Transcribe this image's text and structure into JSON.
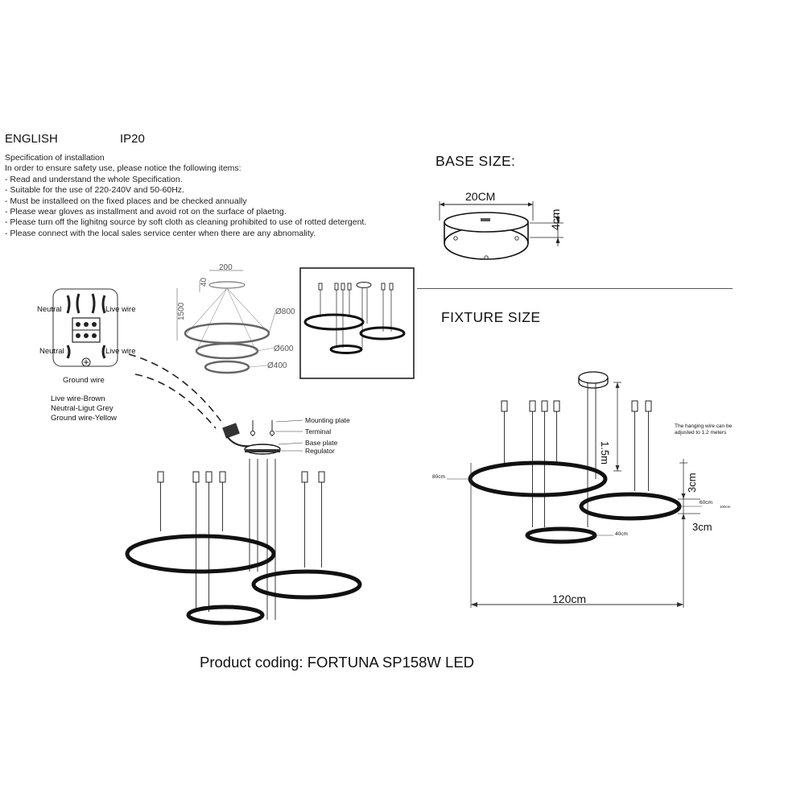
{
  "header": {
    "language": "ENGLISH",
    "ip_rating": "IP20"
  },
  "spec": {
    "title": "Specification of installation",
    "lines": [
      "In order to ensure safety use, please notice the following items:",
      "- Read and understand the whole Specification.",
      "- Suitable for the use of 220-240V and 50-60Hz.",
      "- Must be installeed on the fixed places and be checked annually",
      "- Please wear gloves as installment and avoid rot on the surface of plaetng.",
      "- Please turn off the lighitng source by soft cloth as cleaning prohibited to use of rotted detergent.",
      "- Please connect with the local sales service center when there are any abnomality."
    ]
  },
  "base": {
    "title": "BASE SIZE:",
    "width_label": "20CM",
    "height_label": "4cm"
  },
  "fixture": {
    "title": "FIXTURE SIZE",
    "labels": {
      "ring_large": "80cm",
      "ring_small": "40cm",
      "ring_medium": "60cm",
      "ring_medium_tiny": "100cm",
      "wire_length": "1.5m",
      "hanging_wire_note": "The hanging wire can be adjusted to 1.2 meters",
      "gap_top": "3cm",
      "gap_bottom": "3cm",
      "total_width": "120cm"
    }
  },
  "wiring": {
    "neutral_top": "Neutral",
    "live_top": "Live wire",
    "neutral_bottom": "Neutral",
    "live_bottom": "Live wire",
    "ground": "Ground wire",
    "legend": [
      "Live wire-Brown",
      "Neutral-Ligut Grey",
      "Ground wire-Yellow"
    ]
  },
  "mounting": {
    "mounting_plate": "Mounting plate",
    "terminal": "Terminal",
    "base_plate": "Base plate",
    "regulator": "Regulator"
  },
  "sketch": {
    "width": "200",
    "height_small": "40",
    "height_total": "1500",
    "d_large": "Ø800",
    "d_medium": "Ø600",
    "d_small": "Ø400"
  },
  "product": {
    "coding": "Product coding: FORTUNA SP158W LED"
  }
}
